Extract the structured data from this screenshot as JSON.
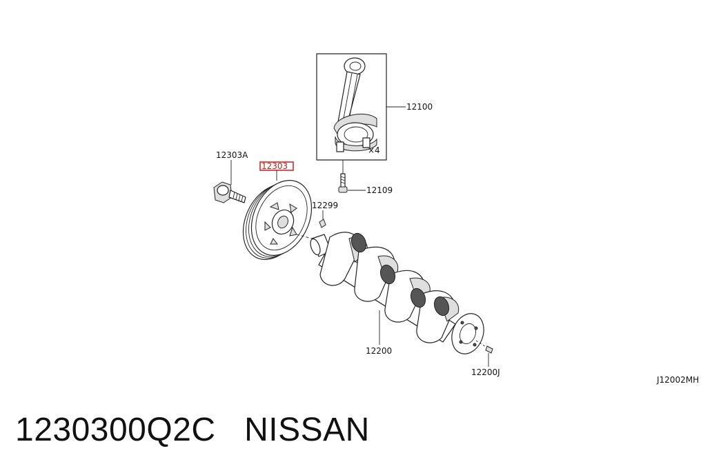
{
  "labels": {
    "conrod": "12100",
    "conrod_qty": "×4",
    "conrod_bolt": "12109",
    "pulley_bolt": "12303A",
    "pulley": "12303",
    "key": "12299",
    "crankshaft": "12200",
    "pilot_bushing": "12200J",
    "diagram_code": "J12002MH"
  },
  "caption": {
    "part_number": "1230300Q2C",
    "brand": "NISSAN"
  },
  "colors": {
    "highlight": "#d21b1b",
    "line": "#222222"
  }
}
